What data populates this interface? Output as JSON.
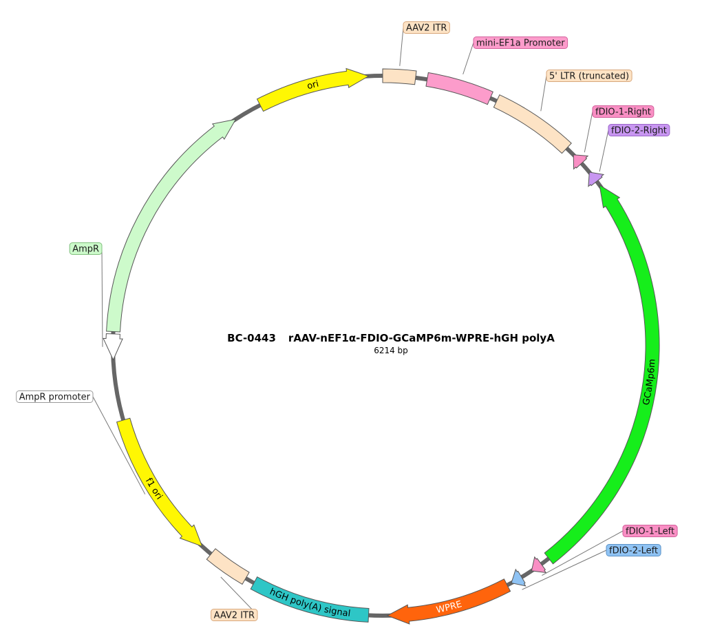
{
  "plasmid": {
    "id": "BC-0443",
    "name": "rAAV-nEF1α-FDIO-GCaMP6m-WPRE-hGH polyA",
    "size_label": "6214 bp"
  },
  "features": [
    {
      "name": "AAV2 ITR",
      "start": 0.0,
      "end": 7.0,
      "dir": 0,
      "color": "#fde3c5"
    },
    {
      "name": "mini-EF1a Promoter",
      "start": 9.5,
      "end": 23.5,
      "dir": 0,
      "color": "#fc9ccb"
    },
    {
      "name": "5' LTR (truncated)",
      "start": 25.0,
      "end": 43.0,
      "dir": 0,
      "color": "#fde3c5"
    },
    {
      "name": "fDIO-1-Right",
      "start": 45.0,
      "end": 47.5,
      "dir": -1,
      "color": "#f98fc4"
    },
    {
      "name": "fDIO-2-Right",
      "start": 50.0,
      "end": 52.5,
      "dir": -1,
      "color": "#c896f1"
    },
    {
      "name": "GCaMp6m",
      "start": 53.5,
      "end": 142.0,
      "dir": -1,
      "color": "#16ee1b"
    },
    {
      "name": "fDIO-1-Left",
      "start": 144.0,
      "end": 146.5,
      "dir": 1,
      "color": "#f98fc4"
    },
    {
      "name": "fDIO-2-Left",
      "start": 149.0,
      "end": 151.5,
      "dir": 1,
      "color": "#8fc3f4"
    },
    {
      "name": "WPRE",
      "start": 152.5,
      "end": 179.0,
      "dir": 1,
      "color": "#ff640c"
    },
    {
      "name": "hGH poly(A) signal",
      "start": 183.0,
      "end": 208.5,
      "dir": 0,
      "color": "#2ec6c6"
    },
    {
      "name": "AAV2 ITR",
      "start": 210.5,
      "end": 219.5,
      "dir": 0,
      "color": "#fde3c5"
    },
    {
      "name": "f1 ori",
      "start": 222.0,
      "end": 254.0,
      "dir": -1,
      "color": "#fff703"
    },
    {
      "name": "AmpR promoter",
      "start": 267.0,
      "end": 272.5,
      "dir": -1,
      "color": "#ffffff"
    },
    {
      "name": "AmpR",
      "start": 273.0,
      "end": 327.0,
      "dir": 1,
      "color": "#cdfacb"
    },
    {
      "name": "ori",
      "start": 333.0,
      "end": 357.0,
      "dir": 1,
      "color": "#fff703"
    }
  ],
  "callouts": [
    {
      "feature": 0,
      "text": "AAV2 ITR",
      "bg": "#fde3c5",
      "border": "#d8a77b",
      "side": "left"
    },
    {
      "feature": 1,
      "text": "mini-EF1a Promoter",
      "bg": "#fc9ccb",
      "border": "#d4639e",
      "side": "left"
    },
    {
      "feature": 2,
      "text": "5' LTR (truncated)",
      "bg": "#fde3c5",
      "border": "#d8a77b",
      "side": "left"
    },
    {
      "feature": 3,
      "text": "fDIO-1-Right",
      "bg": "#f98fc4",
      "border": "#d15f9a",
      "side": "left"
    },
    {
      "feature": 4,
      "text": "fDIO-2-Right",
      "bg": "#c896f1",
      "border": "#9a66c8",
      "side": "left"
    },
    {
      "feature": 6,
      "text": "fDIO-1-Left",
      "bg": "#f98fc4",
      "border": "#d15f9a",
      "side": "left"
    },
    {
      "feature": 7,
      "text": "fDIO-2-Left",
      "bg": "#8fc3f4",
      "border": "#5c92c6",
      "side": "left"
    },
    {
      "feature": 10,
      "text": "AAV2 ITR",
      "bg": "#fde3c5",
      "border": "#d8a77b",
      "side": "right"
    },
    {
      "feature": 11,
      "text": "AmpR promoter",
      "bg": "#ffffff",
      "border": "#9a9a9a",
      "side": "right"
    },
    {
      "feature": 12,
      "text": "AmpR",
      "bg": "#cdfacb",
      "border": "#7fbf7c",
      "side": "right"
    }
  ],
  "arc_labels": [
    {
      "feature": 5,
      "text": "GCaMp6m",
      "color": "#000000"
    },
    {
      "feature": 8,
      "text": "WPRE",
      "color": "#ffffff"
    },
    {
      "feature": 9,
      "text": "hGH poly(A) signal",
      "color": "#000000"
    },
    {
      "feature": 11,
      "text": "f1 ori",
      "color": "#000000"
    },
    {
      "feature": 14,
      "text": "ori",
      "color": "#000000"
    }
  ],
  "colors": {
    "backbone": "#666666",
    "outline": "#555555"
  }
}
